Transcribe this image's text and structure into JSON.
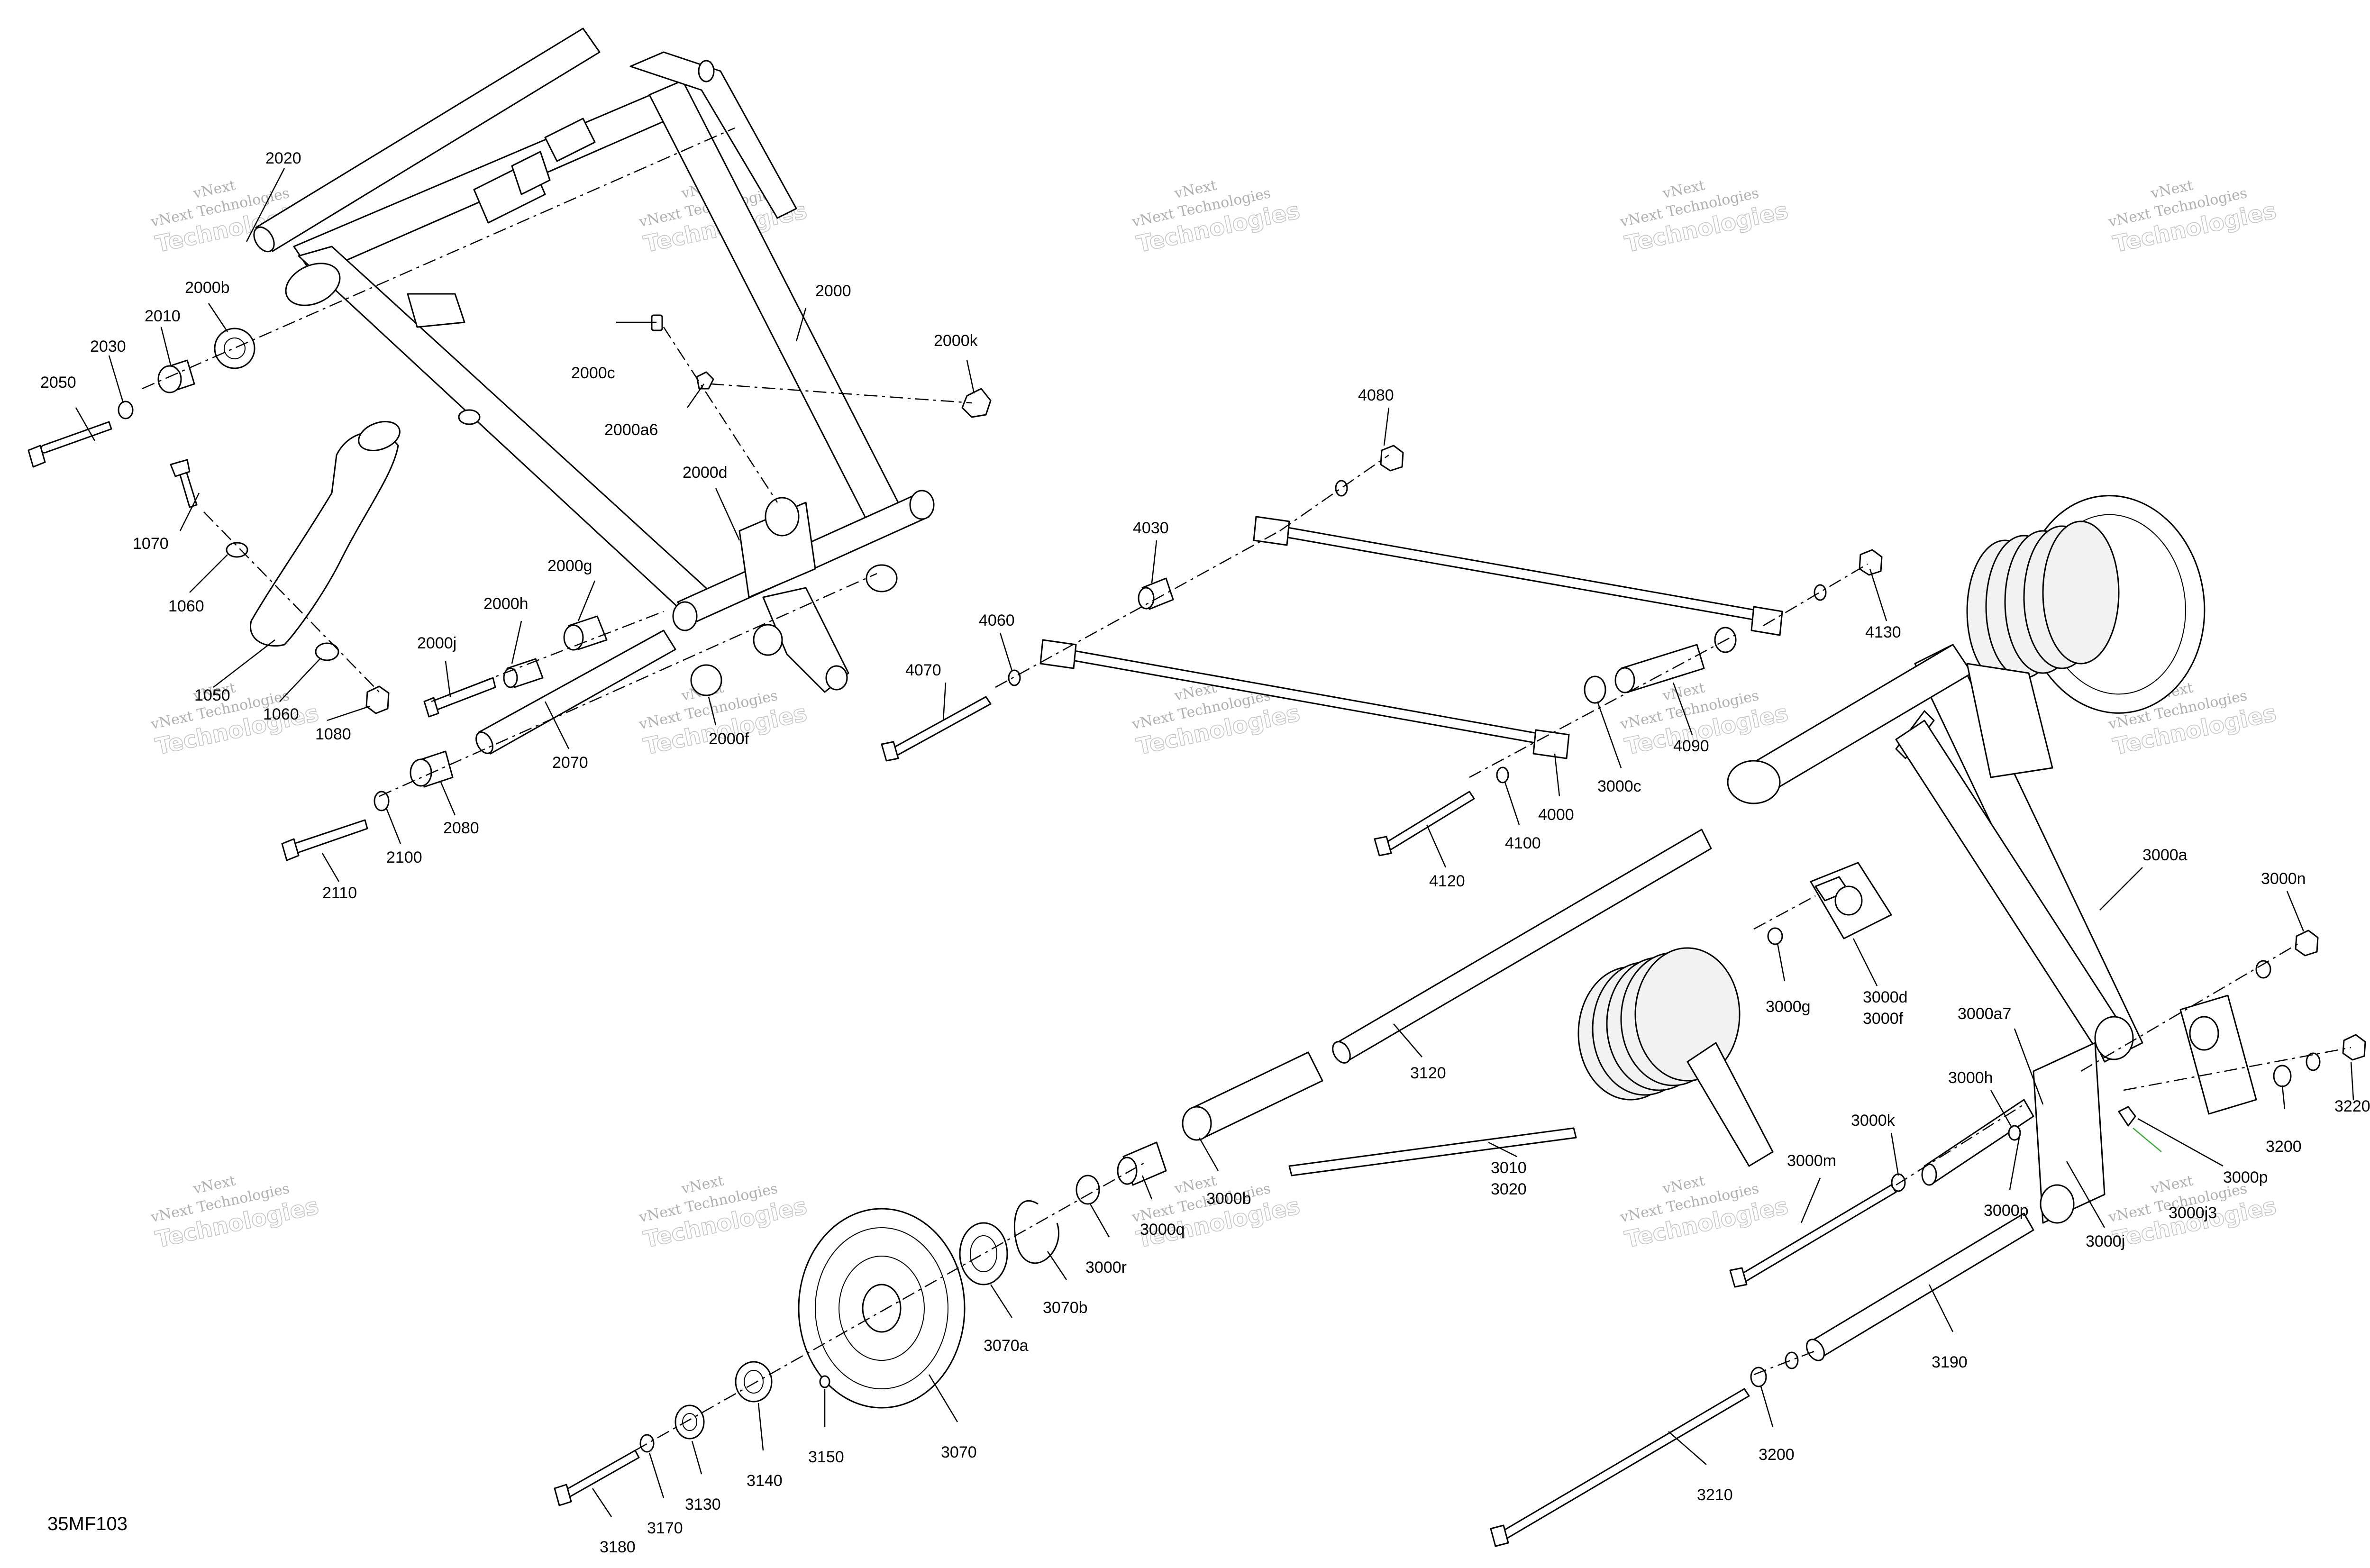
{
  "diagram": {
    "code": "35MF103",
    "callouts": {
      "c2020": "2020",
      "c2000": "2000",
      "c2000b": "2000b",
      "c2010": "2010",
      "c2030": "2030",
      "c2050": "2050",
      "c2000c": "2000c",
      "c2000a6": "2000a6",
      "c2000k": "2000k",
      "c2000d": "2000d",
      "c2000g": "2000g",
      "c2000h": "2000h",
      "c2000j": "2000j",
      "c2070": "2070",
      "c2080": "2080",
      "c2100": "2100",
      "c2110": "2110",
      "c2000f": "2000f",
      "c1070": "1070",
      "c1060": "1060",
      "c1050": "1050",
      "c1060b": "1060",
      "c1080": "1080",
      "c4080": "4080",
      "c4030": "4030",
      "c4060": "4060",
      "c4070": "4070",
      "c4130": "4130",
      "c4090": "4090",
      "c3000c": "3000c",
      "c4000": "4000",
      "c4100": "4100",
      "c4120": "4120",
      "c3000a": "3000a",
      "c3000n": "3000n",
      "c3000g": "3000g",
      "c3000d": "3000d",
      "c3000f": "3000f",
      "c3000a7": "3000a7",
      "c3000h": "3000h",
      "c3220": "3220",
      "c3200a": "3200",
      "c3000k": "3000k",
      "c3000p1": "3000p",
      "c3000p2": "3000p",
      "c3000m": "3000m",
      "c3000j": "3000j",
      "c3000j3": "3000j3",
      "c3120": "3120",
      "c3010": "3010",
      "c3020": "3020",
      "c3000b": "3000b",
      "c3000q": "3000q",
      "c3000r": "3000r",
      "c3070b": "3070b",
      "c3070a": "3070a",
      "c3070": "3070",
      "c3150": "3150",
      "c3140": "3140",
      "c3130": "3130",
      "c3170": "3170",
      "c3180": "3180",
      "c3190": "3190",
      "c3200b": "3200",
      "c3210": "3210"
    },
    "watermark": {
      "line1": "vNext",
      "line2": "Technologies",
      "line3": "vNext Technologies"
    }
  }
}
